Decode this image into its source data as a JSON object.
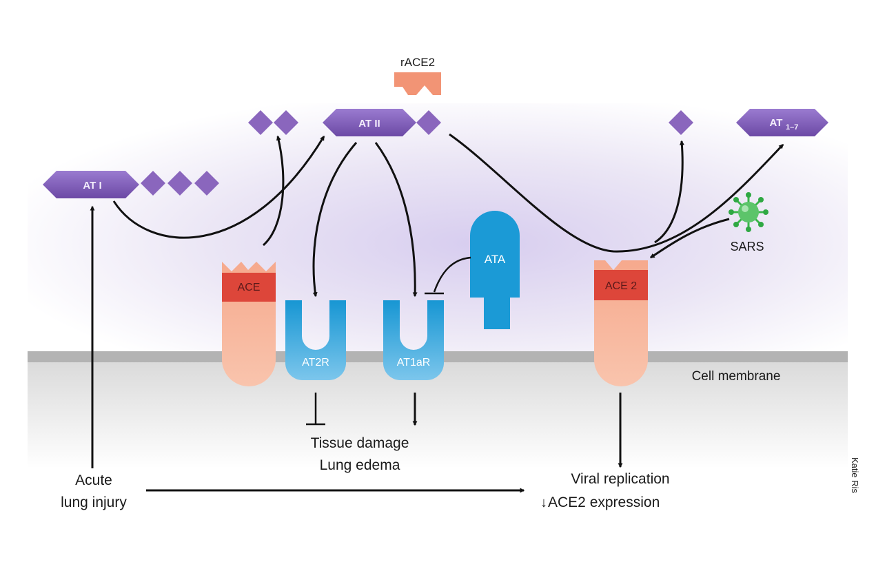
{
  "colors": {
    "peptide": "#8360b7",
    "ace": "#ef8f72",
    "ace_band": "#d8342a",
    "receptor": "#1b9ad6",
    "virus": "#3ab54a",
    "membrane": "#b3b3b3"
  },
  "labels": {
    "at1": "AT I",
    "at2": "AT II",
    "at17": "AT",
    "at17_sub": "1–7",
    "race2": "rACE2",
    "ace": "ACE",
    "ace2": "ACE 2",
    "at2r": "AT2R",
    "at1ar": "AT1aR",
    "ata": "ATA",
    "sars": "SARS",
    "cell_membrane": "Cell membrane",
    "tissue_damage": "Tissue damage",
    "lung_edema": "Lung edema",
    "acute": "Acute",
    "lung_injury": "lung injury",
    "viral_replication": "Viral replication",
    "ace2_expression": "ACE2 expression",
    "down_arrow": "↓",
    "credit": "Katie Ris"
  }
}
